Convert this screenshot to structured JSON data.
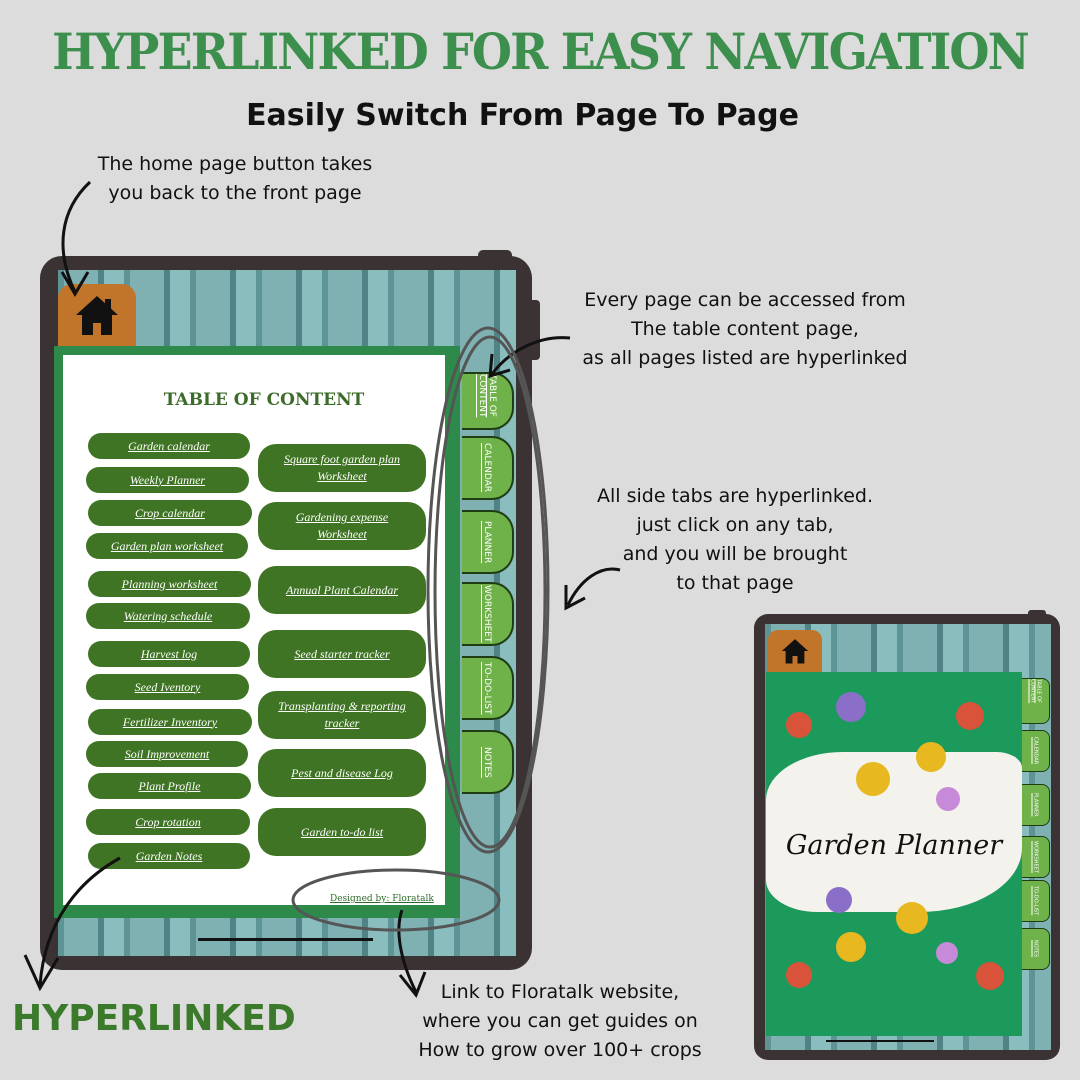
{
  "header": {
    "title": "HYPERLINKED FOR EASY NAVIGATION",
    "subtitle": "Easily Switch From Page To Page"
  },
  "notes": {
    "home": [
      "The home page button takes",
      "you back to the front page"
    ],
    "toc": [
      "Every page can be accessed from",
      "The table content page,",
      "as all pages listed are hyperlinked"
    ],
    "tabs": [
      "All side tabs are hyperlinked.",
      "just click on any tab,",
      "and you will be brought",
      "to that page"
    ],
    "website": [
      "Link to Floratalk website,",
      "where you can get guides on",
      "How to grow over 100+ crops"
    ]
  },
  "hyperlinked_label": "HYPERLINKED",
  "toc": {
    "title": "TABLE OF CONTENT",
    "left": [
      "Garden calendar",
      "Weekly Planner",
      "Crop calendar",
      "Garden plan worksheet",
      "Planning worksheet",
      "Watering schedule",
      "Harvest log",
      "Seed Iventory",
      "Fertilizer Inventory",
      "Soil Improvement",
      "Plant Profile",
      "Crop rotation",
      "Garden Notes"
    ],
    "right": [
      "Square foot garden plan Worksheet",
      "Gardening expense Worksheet",
      "Annual Plant Calendar",
      "Seed starter tracker",
      "Transplanting & reporting tracker",
      "Pest and disease Log",
      "Garden to-do list"
    ],
    "credit": "Designed by: Floratalk"
  },
  "tabs": [
    "TABLE OF CONTENT",
    "CALENDAR",
    "PLANNER",
    "WORKSHEET",
    "TO-DO-LIST",
    "NOTES"
  ],
  "cover": {
    "title": "Garden Planner"
  },
  "colors": {
    "title_green": "#3c8f4c",
    "pill_green": "#3f7424",
    "tab_green": "#6fb24a",
    "home_orange": "#c0752a"
  }
}
